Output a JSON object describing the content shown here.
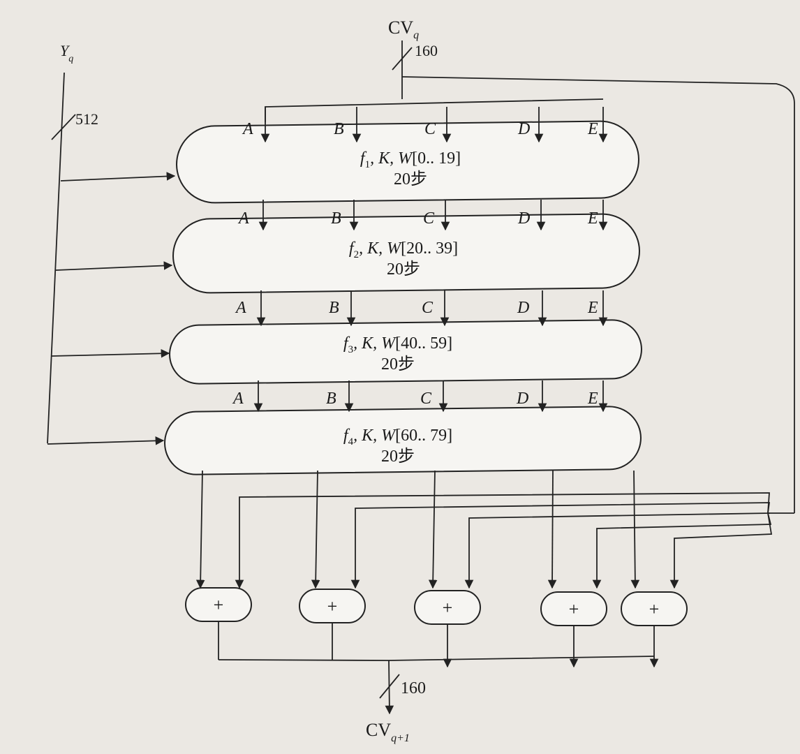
{
  "inputs": {
    "cv": "CV",
    "cv_sub": "q",
    "cv_width": "160",
    "y": "Y",
    "y_sub": "q",
    "y_width": "512"
  },
  "labels": [
    "A",
    "B",
    "C",
    "D",
    "E"
  ],
  "rounds": [
    {
      "f": "f",
      "f_sub": "1",
      "mid": ", K, W",
      "range": "[0.. 19]",
      "steps": "20步"
    },
    {
      "f": "f",
      "f_sub": "2",
      "mid": ", K, W",
      "range": "[20.. 39]",
      "steps": "20步"
    },
    {
      "f": "f",
      "f_sub": "3",
      "mid": ", K, W",
      "range": "[40.. 59]",
      "steps": "20步"
    },
    {
      "f": "f",
      "f_sub": "4",
      "mid": ", K, W",
      "range": "[60.. 79]",
      "steps": "20步"
    }
  ],
  "adders": [
    "+",
    "+",
    "+",
    "+",
    "+"
  ],
  "output": {
    "cv": "CV",
    "cv_sub": "q+1",
    "width": "160"
  }
}
